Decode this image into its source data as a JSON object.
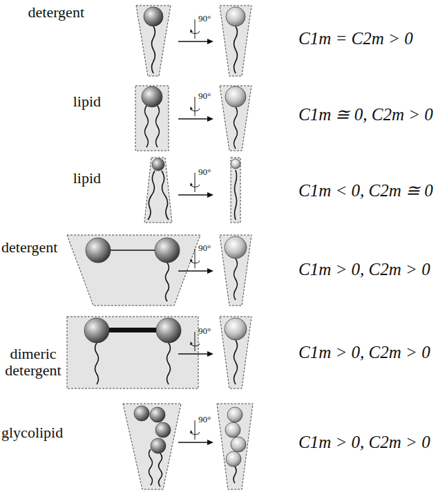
{
  "diagram": {
    "labels": [
      "detergent",
      "90°",
      "C1m = C2m > 0",
      "lipid",
      "90°",
      "C1m ≅ 0, C2m > 0",
      "lipid",
      "90°",
      "C1m < 0, C2m ≅ 0",
      "detergent",
      "90°",
      "C1m > 0, C2m > 0",
      "dimeric detergent",
      "90°",
      "C1m > 0, C2m > 0",
      "glycolipid",
      "90°",
      "C1m > 0, C2m > 0"
    ]
  }
}
